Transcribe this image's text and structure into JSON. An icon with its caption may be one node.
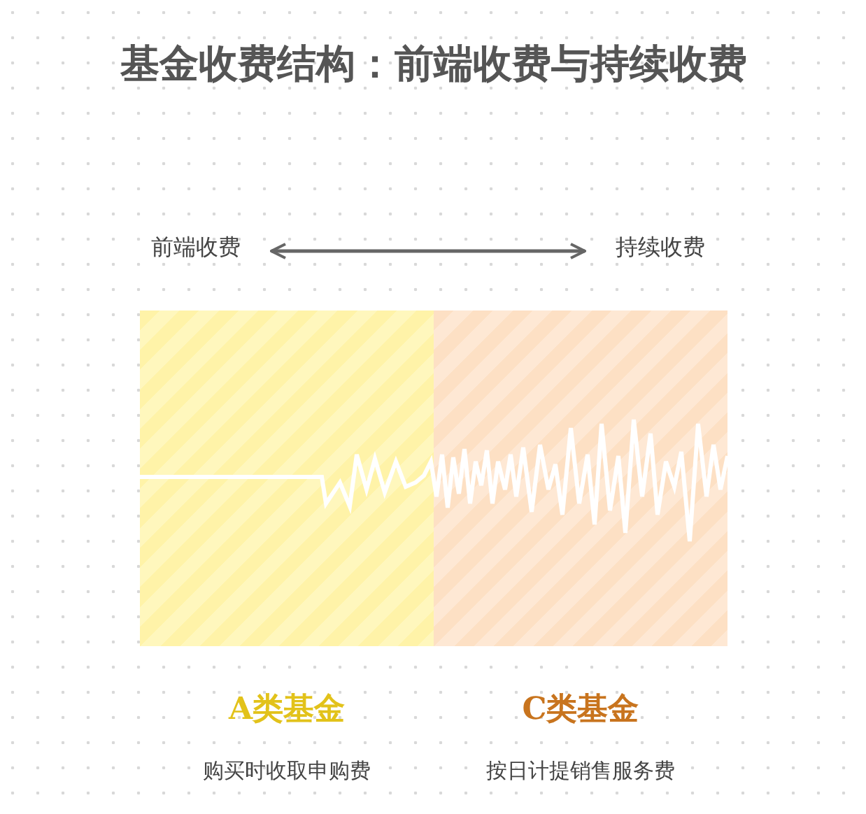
{
  "diagram": {
    "title": "基金收费结构：前端收费与持续收费",
    "nodes": [
      {
        "text": [
          "前端收费"
        ]
      },
      {
        "text": [
          "持续收费"
        ]
      }
    ],
    "edges": [
      {
        "from": 0,
        "to": 1,
        "arrow": "both"
      }
    ],
    "labels": [
      "A类基金",
      "C类基金",
      "购买时收取申购费",
      "按日计提销售服务费"
    ]
  }
}
